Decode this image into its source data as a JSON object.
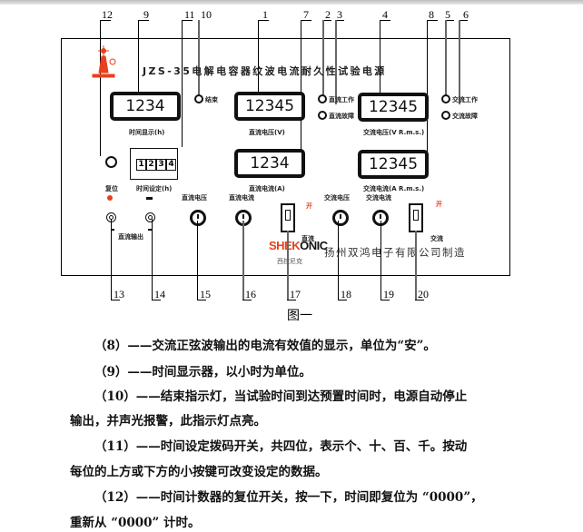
{
  "figure": {
    "caption": "图一",
    "panel_title": "JZS-35电解电容器纹波电流耐久性试验电源",
    "callouts": {
      "n1": "1",
      "n2": "2",
      "n3": "3",
      "n4": "4",
      "n5": "5",
      "n6": "6",
      "n7": "7",
      "n8": "8",
      "n9": "9",
      "n10": "10",
      "n11": "11",
      "n12": "12",
      "n13": "13",
      "n14": "14",
      "n15": "15",
      "n16": "16",
      "n17": "17",
      "n18": "18",
      "n19": "19",
      "n20": "20"
    },
    "displays": {
      "time_display": {
        "value": "1234",
        "label": "时间显示(h)"
      },
      "dc_voltage": {
        "value": "12345",
        "label": "直流电压(V)"
      },
      "dc_current": {
        "value": "1234",
        "label": "直流电流(A)"
      },
      "ac_voltage": {
        "value": "12345",
        "label": "交流电压(V R.m.s.)"
      },
      "ac_current": {
        "value": "12345",
        "label": "交流电流(A R.m.s.)"
      }
    },
    "indicators": {
      "end": "结束",
      "dc_work": "直流工作",
      "dc_fault": "直流故障",
      "ac_work": "交流工作",
      "ac_fault": "交流故障"
    },
    "controls": {
      "reset_label": "复位",
      "time_set_label": "时间设定(h)",
      "time_set_digits": [
        "1",
        "2",
        "3",
        "4"
      ],
      "dc_voltage_knob": "直流电压",
      "dc_current_knob": "直流电流",
      "ac_voltage_knob": "交流电压",
      "ac_current_knob": "交流电流",
      "dc_output_label": "直流输出",
      "plus_sign": "+",
      "minus_sign": "−",
      "dc_switch_on": "开",
      "dc_switch_label": "直流",
      "ac_switch_on": "开",
      "ac_switch_label": "交流"
    },
    "brand": {
      "logo_part1": "SHEK",
      "logo_part2": "ONIC",
      "logo_sub": "西控尼克",
      "company": "扬州双鸿电子有限公司制造",
      "brand_red": "#e8401c"
    }
  },
  "paragraphs": [
    "（8）——交流正弦波输出的电流有效值的显示，单位为“安”。",
    "（9）——时间显示器，以小时为单位。",
    "（10）——结束指示灯，当试验时间到达预置时间时，电源自动停止",
    "输出，并声光报警，此指示灯点亮。",
    "（11）——时间设定拨码开关，共四位，表示个、十、百、千。按动",
    "每位的上方或下方的小按键可改变设定的数据。",
    "（12）——时间计数器的复位开关，按一下，时间即复位为 “0000”，",
    "重新从 “0000” 计时。"
  ]
}
